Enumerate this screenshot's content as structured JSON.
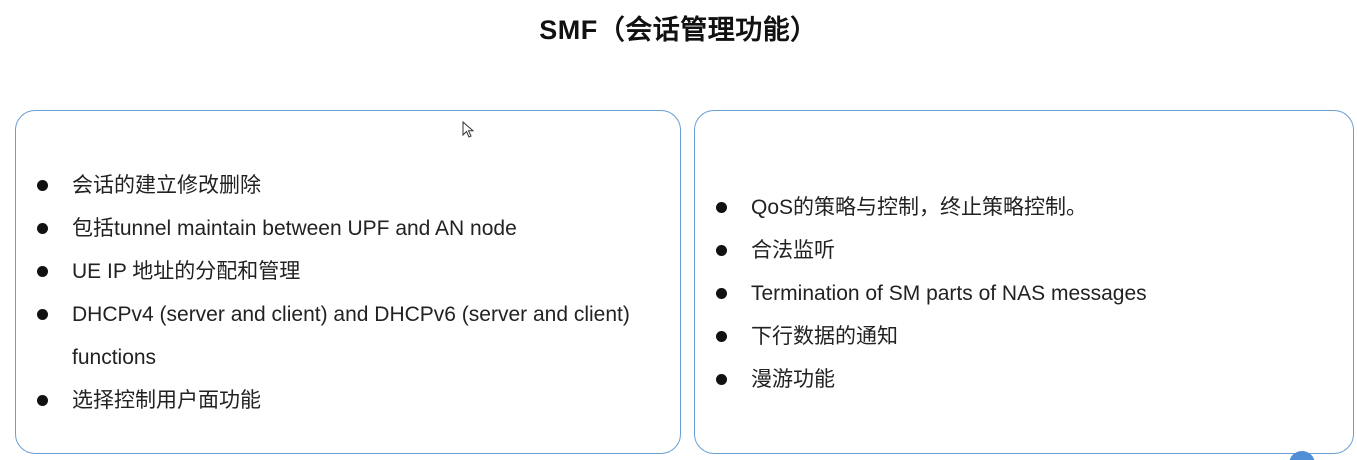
{
  "title": "SMF（会话管理功能）",
  "left_panel": {
    "items": [
      "会话的建立修改删除",
      "包括tunnel maintain between UPF and AN node",
      "UE IP 地址的分配和管理",
      "DHCPv4 (server and client) and DHCPv6 (server and client) functions",
      "选择控制用户面功能"
    ]
  },
  "right_panel": {
    "items": [
      "QoS的策略与控制，终止策略控制。",
      "合法监听",
      "Termination of SM parts of NAS messages",
      "下行数据的通知",
      "漫游功能"
    ]
  },
  "colors": {
    "panel_border": "#6a9fd4",
    "text": "#222222",
    "bullet": "#111111"
  }
}
